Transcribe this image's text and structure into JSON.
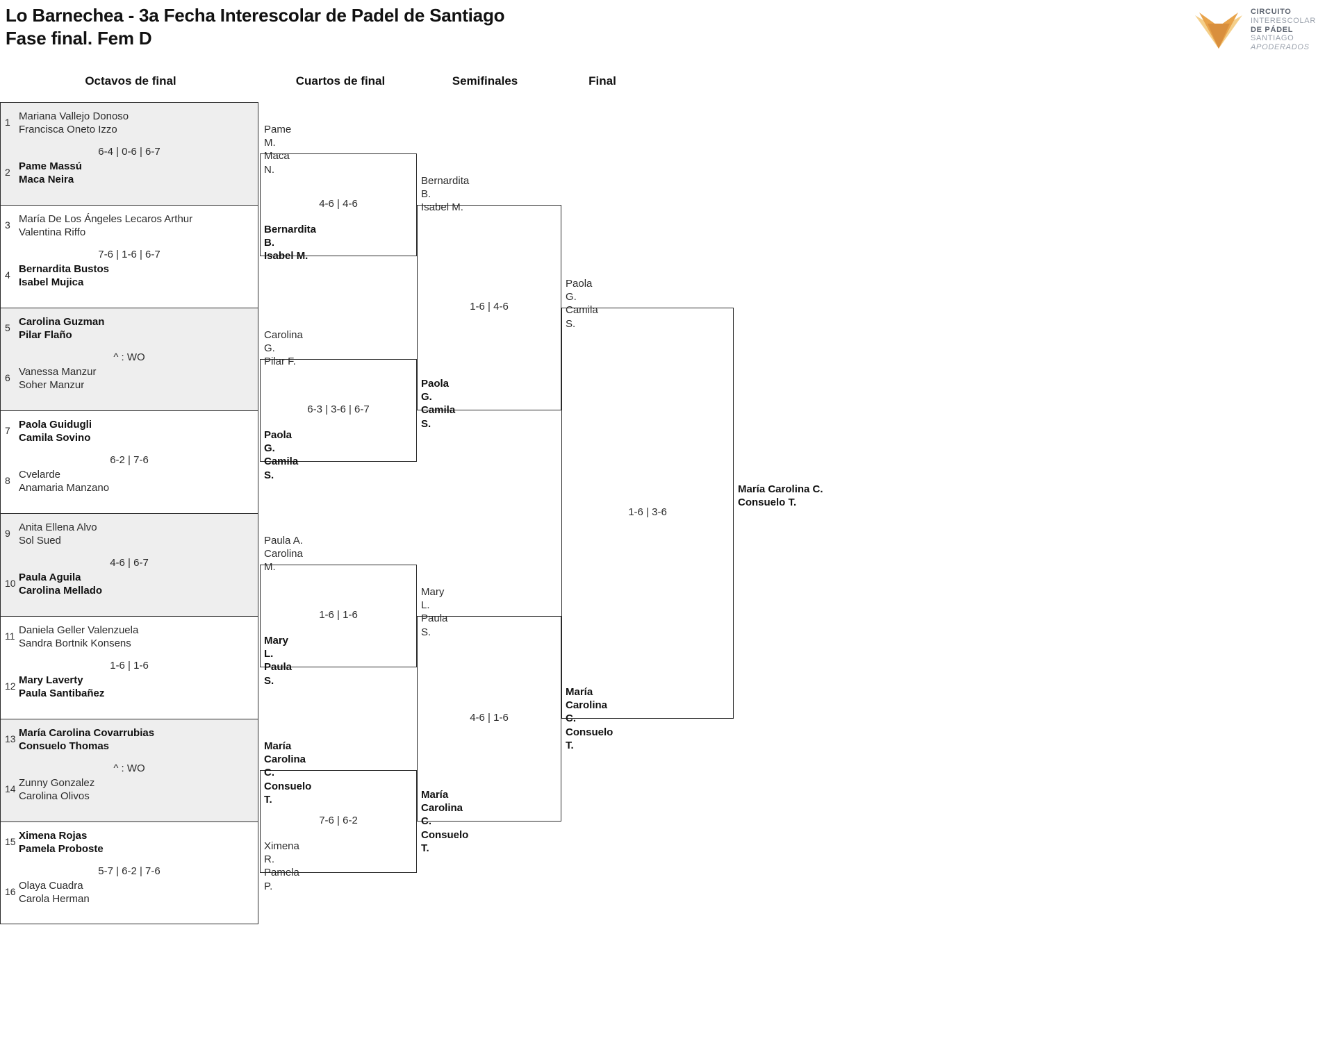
{
  "header": {
    "title": "Lo Barnechea - 3a Fecha Interescolar de Padel de Santiago\nFase final. Fem D",
    "logo": {
      "line1": "CIRCUITO",
      "line2": "INTERESCOLAR",
      "line3": "DE PÁDEL",
      "line4": "SANTIAGO",
      "line5": "APODERADOS",
      "mark_colors": [
        "#e8a34a",
        "#f4cf8a",
        "#d98f3d"
      ]
    }
  },
  "rounds": [
    {
      "label": "Octavos de final"
    },
    {
      "label": "Cuartos de final"
    },
    {
      "label": "Semifinales"
    },
    {
      "label": "Final"
    }
  ],
  "round1": [
    {
      "shaded": true,
      "seed_top": "1",
      "team_top": "Mariana Vallejo Donoso\nFrancisca Oneto Izzo",
      "top_winner": false,
      "score": "6-4 | 0-6 | 6-7",
      "seed_bot": "2",
      "team_bot": "Pame Massú\nMaca Neira",
      "bot_winner": true
    },
    {
      "shaded": false,
      "seed_top": "3",
      "team_top": "María De Los Ángeles Lecaros Arthur\nValentina Riffo",
      "top_winner": false,
      "score": "7-6 | 1-6 | 6-7",
      "seed_bot": "4",
      "team_bot": "Bernardita Bustos\nIsabel Mujica",
      "bot_winner": true
    },
    {
      "shaded": true,
      "seed_top": "5",
      "team_top": "Carolina Guzman\nPilar Flaño",
      "top_winner": true,
      "score": "^ : WO",
      "seed_bot": "6",
      "team_bot": "Vanessa Manzur\nSoher Manzur",
      "bot_winner": false
    },
    {
      "shaded": false,
      "seed_top": "7",
      "team_top": "Paola Guidugli\nCamila Sovino",
      "top_winner": true,
      "score": "6-2 | 7-6",
      "seed_bot": "8",
      "team_bot": "Cvelarde\nAnamaria Manzano",
      "bot_winner": false
    },
    {
      "shaded": true,
      "seed_top": "9",
      "team_top": "Anita Ellena Alvo\nSol Sued",
      "top_winner": false,
      "score": "4-6 | 6-7",
      "seed_bot": "10",
      "team_bot": "Paula Aguila\nCarolina Mellado",
      "bot_winner": true
    },
    {
      "shaded": false,
      "seed_top": "11",
      "team_top": "Daniela Geller Valenzuela\nSandra Bortnik Konsens",
      "top_winner": false,
      "score": "1-6 | 1-6",
      "seed_bot": "12",
      "team_bot": "Mary Laverty\nPaula Santibañez",
      "bot_winner": true
    },
    {
      "shaded": true,
      "seed_top": "13",
      "team_top": "María Carolina Covarrubias\nConsuelo Thomas",
      "top_winner": true,
      "score": "^ : WO",
      "seed_bot": "14",
      "team_bot": "Zunny Gonzalez\nCarolina Olivos",
      "bot_winner": false
    },
    {
      "shaded": false,
      "seed_top": "15",
      "team_top": "Ximena Rojas\nPamela Proboste",
      "top_winner": true,
      "score": "5-7 | 6-2 | 7-6",
      "seed_bot": "16",
      "team_bot": "Olaya Cuadra\nCarola Herman",
      "bot_winner": false
    }
  ],
  "round2": [
    {
      "team_top": "Pame M.\nMaca N.",
      "top_winner": false,
      "score": "4-6 | 4-6",
      "team_bot": "Bernardita B.\nIsabel M.",
      "bot_winner": true
    },
    {
      "team_top": "Carolina G.\nPilar F.",
      "top_winner": false,
      "score": "6-3 | 3-6 | 6-7",
      "team_bot": "Paola G.\nCamila S.",
      "bot_winner": true
    },
    {
      "team_top": "Paula A.\nCarolina M.",
      "top_winner": false,
      "score": "1-6 | 1-6",
      "team_bot": "Mary L.\nPaula S.",
      "bot_winner": true
    },
    {
      "team_top": "María Carolina C.\nConsuelo T.",
      "top_winner": true,
      "score": "7-6 | 6-2",
      "team_bot": "Ximena R.\nPamela P.",
      "bot_winner": false
    }
  ],
  "round3": [
    {
      "team_top": "Bernardita B.\nIsabel M.",
      "top_winner": false,
      "score": "1-6 | 4-6",
      "team_bot": "Paola G.\nCamila S.",
      "bot_winner": true
    },
    {
      "team_top": "Mary L.\nPaula S.",
      "top_winner": false,
      "score": "4-6 | 1-6",
      "team_bot": "María Carolina C.\nConsuelo T.",
      "bot_winner": true
    }
  ],
  "round4": [
    {
      "team_top": "Paola G.\nCamila S.",
      "top_winner": false,
      "score": "1-6 | 3-6",
      "team_bot": "María Carolina C.\nConsuelo T.",
      "bot_winner": true
    }
  ]
}
